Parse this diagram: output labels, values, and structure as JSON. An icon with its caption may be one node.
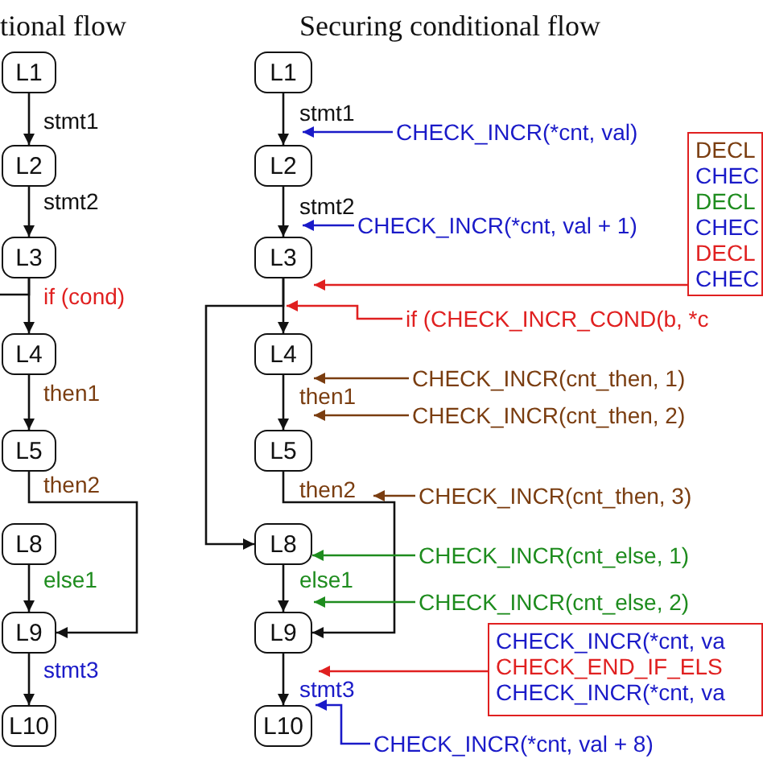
{
  "diagram": {
    "nodes": [
      {
        "text": [
          "L1"
        ]
      },
      {
        "text": [
          "L2"
        ]
      },
      {
        "text": [
          "L3"
        ]
      },
      {
        "text": [
          "L4"
        ]
      },
      {
        "text": [
          "L5"
        ]
      },
      {
        "text": [
          "L8"
        ]
      },
      {
        "text": [
          "L9"
        ]
      },
      {
        "text": [
          "L10"
        ]
      },
      {
        "text": [
          "L1"
        ]
      },
      {
        "text": [
          "L2"
        ]
      },
      {
        "text": [
          "L3"
        ]
      },
      {
        "text": [
          "L4"
        ]
      },
      {
        "text": [
          "L5"
        ]
      },
      {
        "text": [
          "L8"
        ]
      },
      {
        "text": [
          "L9"
        ]
      },
      {
        "text": [
          "L10"
        ]
      },
      {
        "text": [
          "CHECK_INCR(*cnt, val)"
        ]
      },
      {
        "text": [
          "CHECK_INCR(*cnt, val + 1)"
        ]
      },
      {
        "text": [
          "DECL",
          "CHEC",
          "DECL",
          "CHEC",
          "DECL",
          "CHEC"
        ]
      },
      {
        "text": [
          "if (CHECK_INCR_COND(b, *c"
        ]
      },
      {
        "text": [
          "CHECK_INCR(cnt_then, 1)"
        ]
      },
      {
        "text": [
          "CHECK_INCR(cnt_then, 2)"
        ]
      },
      {
        "text": [
          "CHECK_INCR(cnt_then, 3)"
        ]
      },
      {
        "text": [
          "CHECK_INCR(cnt_else, 1)"
        ]
      },
      {
        "text": [
          "CHECK_INCR(cnt_else, 2)"
        ]
      },
      {
        "text": [
          "CHECK_INCR(*cnt, va",
          "CHECK_END_IF_ELS",
          "CHECK_INCR(*cnt, va"
        ]
      },
      {
        "text": [
          "CHECK_INCR(*cnt, val + 8)"
        ]
      }
    ],
    "edges": [
      {
        "from": 0,
        "to": 1,
        "arrow": "to",
        "label": "stmt1"
      },
      {
        "from": 1,
        "to": 2,
        "arrow": "to",
        "label": "stmt2"
      },
      {
        "from": 2,
        "to": 3,
        "arrow": "to",
        "label": "if (cond)"
      },
      {
        "from": 2,
        "to": null,
        "arrow": "none"
      },
      {
        "from": 3,
        "to": 4,
        "arrow": "to",
        "label": "then1"
      },
      {
        "from": 4,
        "to": 6,
        "arrow": "to",
        "label": "then2"
      },
      {
        "from": 5,
        "to": 6,
        "arrow": "to",
        "label": "else1"
      },
      {
        "from": 6,
        "to": 7,
        "arrow": "to",
        "label": "stmt3"
      },
      {
        "from": 8,
        "to": 9,
        "arrow": "to",
        "label": "stmt1"
      },
      {
        "from": 9,
        "to": 10,
        "arrow": "to",
        "label": "stmt2"
      },
      {
        "from": 10,
        "to": 11,
        "arrow": "to"
      },
      {
        "from": 10,
        "to": 13,
        "arrow": "to"
      },
      {
        "from": 11,
        "to": 12,
        "arrow": "to",
        "label": "then1"
      },
      {
        "from": 12,
        "to": 14,
        "arrow": "to",
        "label": "then2"
      },
      {
        "from": 13,
        "to": 14,
        "arrow": "to",
        "label": "else1"
      },
      {
        "from": 14,
        "to": 15,
        "arrow": "to",
        "label": "stmt3"
      },
      {
        "from": 16,
        "to": 9,
        "arrow": "to",
        "color": "#1a1ac8"
      },
      {
        "from": 17,
        "to": 10,
        "arrow": "to",
        "color": "#1a1ac8"
      },
      {
        "from": 18,
        "to": 10,
        "arrow": "to",
        "color": "#e02020"
      },
      {
        "from": 19,
        "to": 10,
        "arrow": "to",
        "color": "#e02020"
      },
      {
        "from": 20,
        "to": 11,
        "arrow": "to",
        "color": "#7a3d10"
      },
      {
        "from": 21,
        "to": 12,
        "arrow": "to",
        "color": "#7a3d10"
      },
      {
        "from": 22,
        "to": null,
        "arrow": "to",
        "color": "#7a3d10"
      },
      {
        "from": 23,
        "to": 13,
        "arrow": "to",
        "color": "#1e8c1e"
      },
      {
        "from": 24,
        "to": 14,
        "arrow": "to",
        "color": "#1e8c1e"
      },
      {
        "from": 25,
        "to": 14,
        "arrow": "to",
        "color": "#e02020"
      },
      {
        "from": 26,
        "to": 15,
        "arrow": "to",
        "color": "#1a1ac8"
      }
    ],
    "labels": [
      "tional flow",
      "Securing conditional flow"
    ]
  }
}
